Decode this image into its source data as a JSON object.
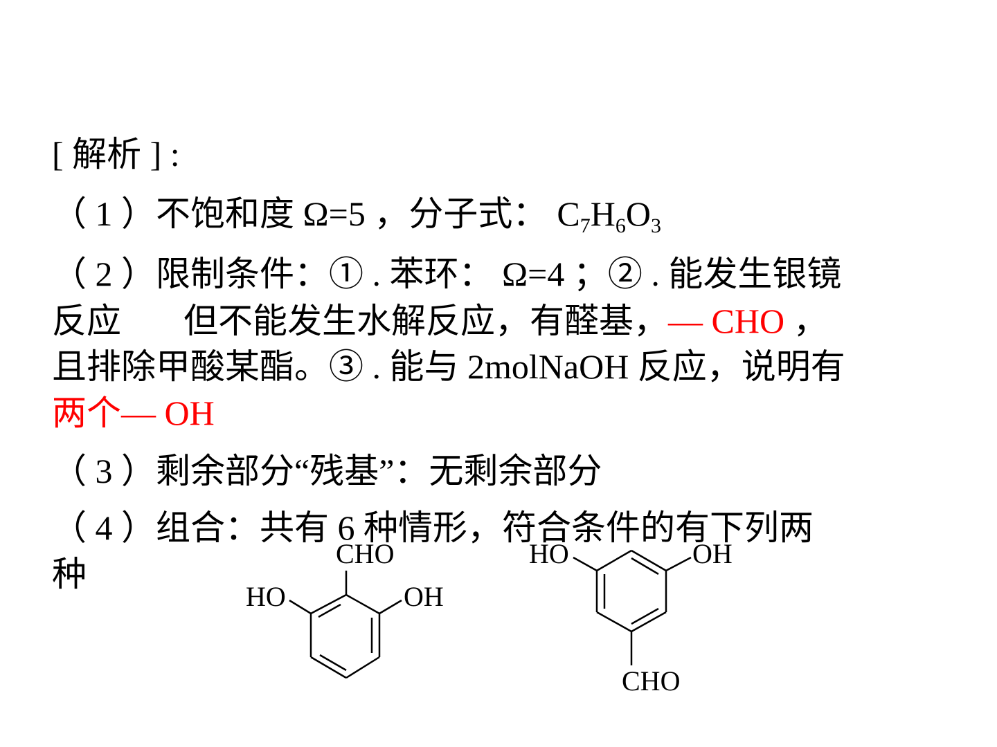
{
  "analysis": {
    "title": "[ 解析 ] :",
    "p1": {
      "label": "（ 1 ）不饱和度 Ω=5 ，分子式：",
      "formula": {
        "c": "C",
        "c_n": "7",
        "h": "H",
        "h_n": "6",
        "o": "O",
        "o_n": "3"
      }
    },
    "p2": {
      "line1": "（ 2 ）限制条件：① . 苯环： Ω=4 ；② . 能发生银镜",
      "line2_a": "反应",
      "line2_b": "但不能发生水解反应，有醛基，",
      "line2_red": "— CHO",
      "line2_c": " ，",
      "line3": "且排除甲酸某酯。③ . 能与 2molNaOH 反应，说明有",
      "line4_red": "两个— OH"
    },
    "p3": "（ 3 ）剩余部分“残基”：无剩余部分",
    "p4": {
      "line1": "（ 4 ）组合：共有 6 种情形，符合条件的有下列两",
      "line2": "种"
    }
  },
  "structures": {
    "left": {
      "top": "CHO",
      "left": "HO",
      "right": "OH"
    },
    "right": {
      "left": "HO",
      "right": "OH",
      "bottom": "CHO"
    }
  },
  "colors": {
    "text": "#000000",
    "highlight": "#ff0000"
  }
}
